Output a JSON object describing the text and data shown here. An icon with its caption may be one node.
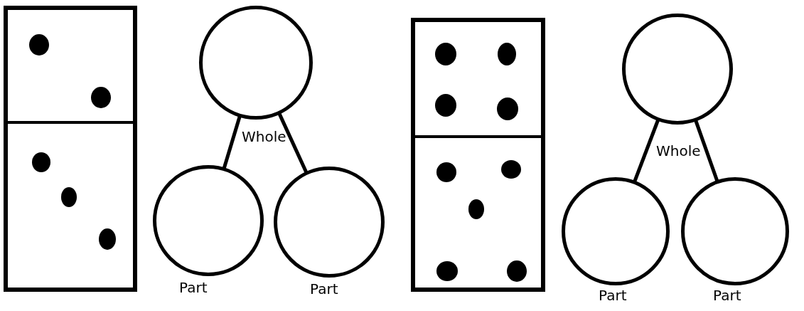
{
  "diagram": {
    "nodes": [
      {
        "text": [
          "Whole"
        ]
      },
      {
        "text": [
          "Part"
        ]
      },
      {
        "text": [
          "Part"
        ]
      },
      {
        "text": [
          "Whole"
        ]
      },
      {
        "text": [
          "Part"
        ]
      },
      {
        "text": [
          "Part"
        ]
      }
    ],
    "edges": [
      {
        "from": 0,
        "to": 1,
        "arrow": "none"
      },
      {
        "from": 0,
        "to": 2,
        "arrow": "none"
      },
      {
        "from": 3,
        "to": 4,
        "arrow": "none"
      },
      {
        "from": 3,
        "to": 5,
        "arrow": "none"
      }
    ]
  }
}
